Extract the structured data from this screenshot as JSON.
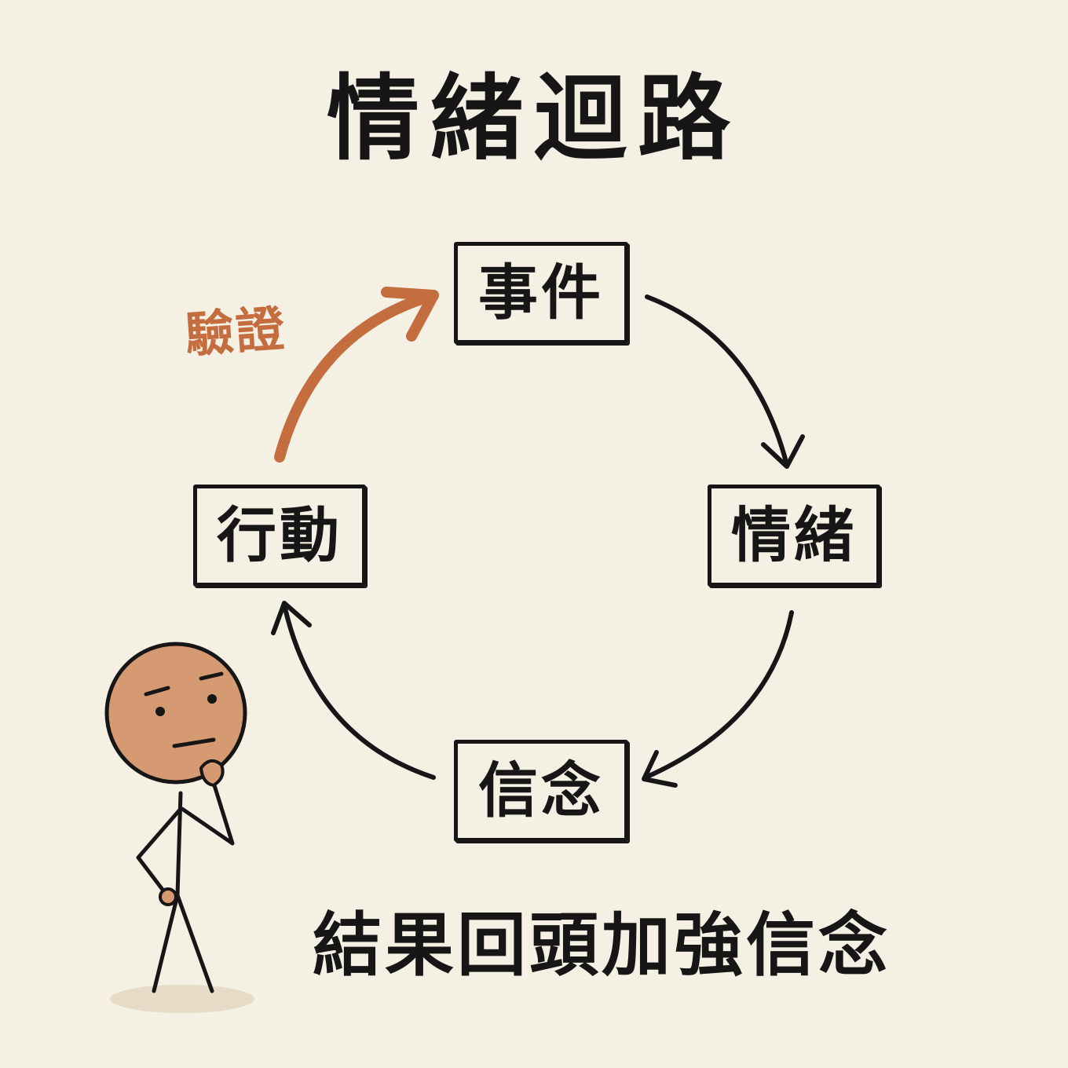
{
  "title": "情緒迴路",
  "nodes": {
    "event": "事件",
    "emotion": "情緒",
    "belief": "信念",
    "action": "行動"
  },
  "feedback_label": "驗證",
  "caption": "結果回頭加強信念",
  "colors": {
    "background": "#f5f0e4",
    "ink": "#161616",
    "accent": "#c46d3f",
    "skin": "#d69a72"
  }
}
